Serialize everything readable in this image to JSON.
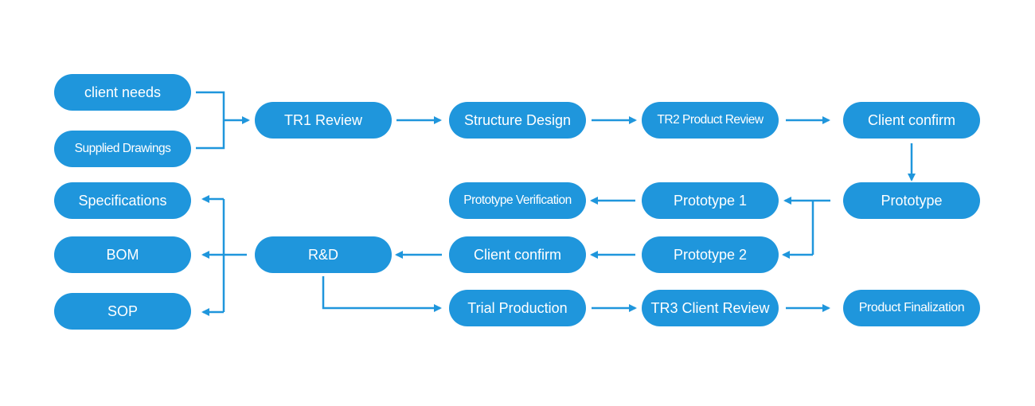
{
  "nodes": {
    "client_needs": "client needs",
    "supplied_drawings": "Supplied Drawings",
    "tr1_review": "TR1 Review",
    "structure_design": "Structure Design",
    "tr2_product_review": "TR2 Product Review",
    "client_confirm_top": "Client confirm",
    "prototype": "Prototype",
    "prototype_1": "Prototype 1",
    "prototype_verification": "Prototype Verification",
    "prototype_2": "Prototype 2",
    "client_confirm_mid": "Client confirm",
    "rnd": "R&D",
    "specifications": "Specifications",
    "bom": "BOM",
    "sop": "SOP",
    "trial_production": "Trial Production",
    "tr3_client_review": "TR3 Client Review",
    "product_finalization": "Product Finalization"
  },
  "colors": {
    "node_fill": "#1f96dc",
    "node_text": "#ffffff",
    "connector": "#1f96dc"
  }
}
